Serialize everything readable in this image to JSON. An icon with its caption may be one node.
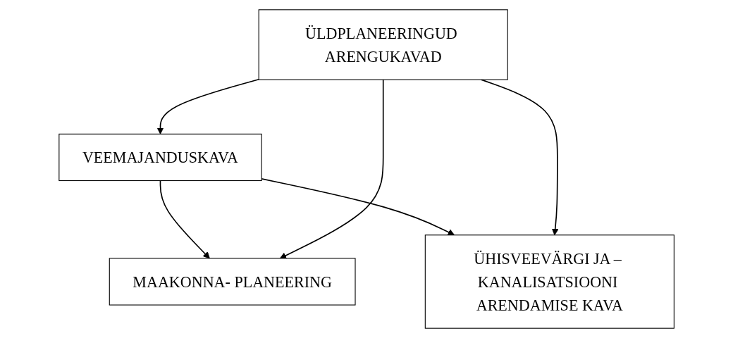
{
  "diagram": {
    "nodes": [
      {
        "text": [
          "VEEMAJANDUSKAVA"
        ]
      },
      {
        "text": [
          "MAAKONNA- PLANEERING"
        ]
      },
      {
        "text": [
          "ÜHISVEEVÄRGI JA – KANALISATSIOONI ARENDAMISE KAVA"
        ]
      },
      {
        "text": [
          "ÜLDPLANEERINGUD ARENGUKAVAD"
        ]
      }
    ],
    "edges": [
      {
        "from": 0,
        "to": 1,
        "arrow": "to"
      },
      {
        "from": 0,
        "to": 2,
        "arrow": "to"
      },
      {
        "from": 3,
        "to": 0,
        "arrow": "to"
      },
      {
        "from": 3,
        "to": 1,
        "arrow": "to"
      },
      {
        "from": 3,
        "to": 2,
        "arrow": "to"
      }
    ]
  }
}
